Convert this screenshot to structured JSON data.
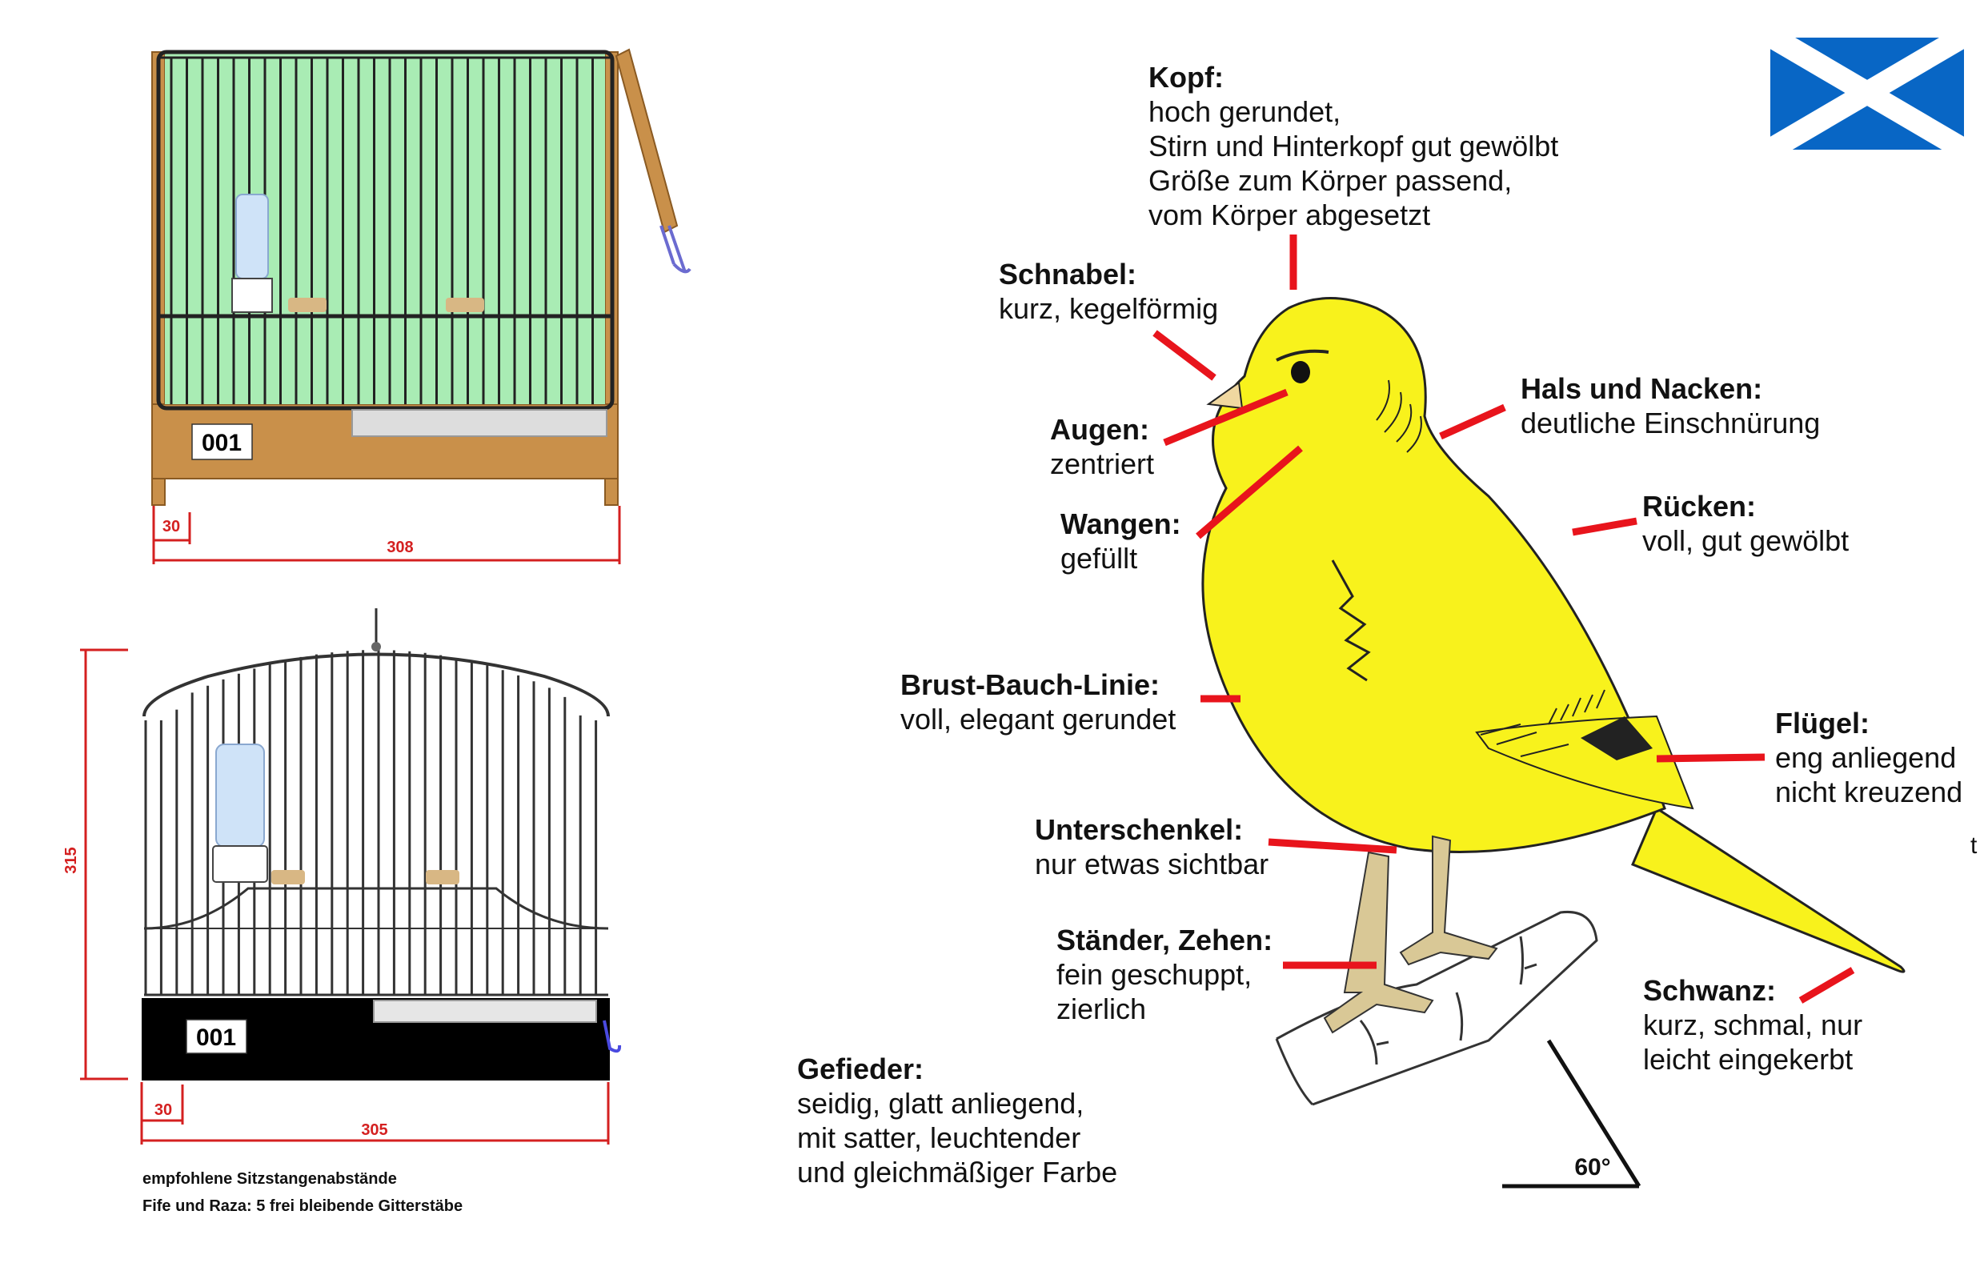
{
  "cage_front": {
    "number": "001",
    "dim_small": "30",
    "dim_width": "308"
  },
  "cage_side": {
    "number": "001",
    "dim_small": "30",
    "dim_width": "305",
    "dim_height": "315"
  },
  "notes": {
    "line1": "empfohlene Sitzstangenabstände",
    "line2": "Fife und Raza: 5 frei bleibende Gitterstäbe"
  },
  "angle_label": "60°",
  "stray_char": "t",
  "labels": [
    {
      "id": "kopf",
      "title": "Kopf:",
      "lines": [
        "hoch gerundet,",
        "Stirn und Hinterkopf gut gewölbt",
        "Größe zum Körper passend,",
        "vom Körper abgesetzt"
      ]
    },
    {
      "id": "schnabel",
      "title": "Schnabel:",
      "lines": [
        "kurz, kegelförmig"
      ]
    },
    {
      "id": "hals",
      "title": "Hals und Nacken:",
      "lines": [
        "deutliche Einschnürung"
      ]
    },
    {
      "id": "augen",
      "title": "Augen:",
      "lines": [
        "zentriert"
      ]
    },
    {
      "id": "ruecken",
      "title": "Rücken:",
      "lines": [
        "voll, gut gewölbt"
      ]
    },
    {
      "id": "wangen",
      "title": "Wangen:",
      "lines": [
        "gefüllt"
      ]
    },
    {
      "id": "brust",
      "title": "Brust-Bauch-Linie:",
      "lines": [
        "voll, elegant gerundet"
      ]
    },
    {
      "id": "fluegel",
      "title": "Flügel:",
      "lines": [
        "eng anliegend",
        "nicht kreuzend"
      ]
    },
    {
      "id": "unterschenkel",
      "title": "Unterschenkel:",
      "lines": [
        "nur etwas sichtbar"
      ]
    },
    {
      "id": "staender",
      "title": "Ständer, Zehen:",
      "lines": [
        "fein geschuppt,",
        "zierlich"
      ]
    },
    {
      "id": "schwanz",
      "title": "Schwanz:",
      "lines": [
        "kurz, schmal, nur",
        "leicht eingekerbt"
      ]
    },
    {
      "id": "gefieder",
      "title": "Gefieder:",
      "lines": [
        "seidig, glatt anliegend,",
        "mit satter, leuchtender",
        "und gleichmäßiger Farbe"
      ]
    }
  ],
  "colors": {
    "marker": "#e8141c",
    "bird": "#f8f21c",
    "flag_blue": "#0866c5",
    "cage_wood": "#c9904a",
    "cage_green": "#a9ecb4",
    "dim": "#d42020"
  }
}
